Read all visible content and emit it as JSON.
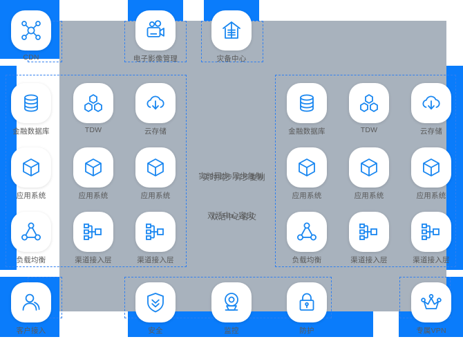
{
  "theme": {
    "accent_blue": "#0a7cfb",
    "icon_blue": "#1886f0",
    "panel_gray": "#a8b2bd",
    "tile_white": "#ffffff",
    "label_gray": "#595959",
    "dash_blue": "#2f7ff0"
  },
  "center": {
    "sync_label": "实时同步  异步复制",
    "mode_label": "双活中心容灾"
  },
  "top_row": [
    {
      "label": "CDN",
      "icon": "cdn-network-icon"
    },
    {
      "label": "电子影像管理",
      "icon": "video-camera-icon"
    },
    {
      "label": "灾备中心",
      "icon": "warehouse-icon"
    }
  ],
  "left_site": {
    "rows": [
      [
        {
          "label": "金融数据库",
          "icon": "database-icon"
        },
        {
          "label": "TDW",
          "icon": "hexagon-cluster-icon"
        },
        {
          "label": "云存储",
          "icon": "cloud-download-icon"
        }
      ],
      [
        {
          "label": "应用系统",
          "icon": "cube-icon"
        },
        {
          "label": "应用系统",
          "icon": "cube-icon"
        },
        {
          "label": "应用系统",
          "icon": "cube-icon"
        }
      ],
      [
        {
          "label": "负载均衡",
          "icon": "load-balance-icon"
        },
        {
          "label": "渠道接入层",
          "icon": "tree-nodes-icon"
        },
        {
          "label": "渠道接入层",
          "icon": "tree-nodes-icon"
        }
      ]
    ]
  },
  "right_site": {
    "rows": [
      [
        {
          "label": "金融数据库",
          "icon": "database-icon"
        },
        {
          "label": "TDW",
          "icon": "hexagon-cluster-icon"
        },
        {
          "label": "云存储",
          "icon": "cloud-download-icon"
        }
      ],
      [
        {
          "label": "应用系统",
          "icon": "cube-icon"
        },
        {
          "label": "应用系统",
          "icon": "cube-icon"
        },
        {
          "label": "应用系统",
          "icon": "cube-icon"
        }
      ],
      [
        {
          "label": "负载均衡",
          "icon": "load-balance-icon"
        },
        {
          "label": "渠道接入层",
          "icon": "tree-nodes-icon"
        },
        {
          "label": "渠道接入层",
          "icon": "tree-nodes-icon"
        }
      ]
    ]
  },
  "bottom_row": [
    {
      "label": "客户接入",
      "icon": "user-icon"
    },
    {
      "label": "安全",
      "icon": "shield-chevron-icon"
    },
    {
      "label": "监控",
      "icon": "camera-monitor-icon"
    },
    {
      "label": "防护",
      "icon": "lock-icon"
    },
    {
      "label": "专属VPN",
      "icon": "crown-icon"
    }
  ]
}
